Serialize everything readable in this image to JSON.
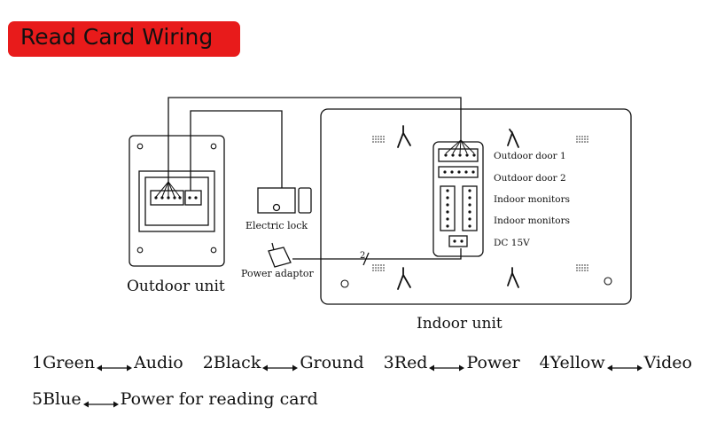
{
  "banner": {
    "title": "Read Card Wiring",
    "color": "#e81b1b"
  },
  "labels": {
    "outdoor_unit": "Outdoor unit",
    "indoor_unit": "Indoor unit",
    "electric_lock": "Electric lock",
    "power_adaptor": "Power adaptor",
    "wire_count": "2"
  },
  "ports": [
    {
      "label": "Outdoor door 1"
    },
    {
      "label": "Outdoor door 2"
    },
    {
      "label": "Indoor monitors"
    },
    {
      "label": "Indoor monitors"
    },
    {
      "label": "DC 15V"
    }
  ],
  "legend": [
    {
      "left": "1Green",
      "right": "Audio"
    },
    {
      "left": "2Black",
      "right": "Ground"
    },
    {
      "left": "3Red",
      "right": "Power"
    },
    {
      "left": "4Yellow",
      "right": "Video"
    },
    {
      "left": "5Blue",
      "right": "Power for  reading card"
    }
  ]
}
